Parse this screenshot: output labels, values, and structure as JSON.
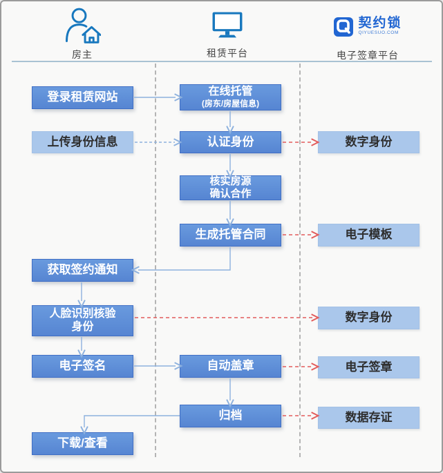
{
  "lanes": [
    {
      "label": "房主",
      "icon": "person-house-icon"
    },
    {
      "label": "租赁平台",
      "icon": "monitor-icon"
    },
    {
      "label": "电子签章平台",
      "icon": "qiyuesuo-logo",
      "brand": "契约锁",
      "brand_sub": "QIYUESUO.COM"
    }
  ],
  "nodes": {
    "login": "登录租赁网站",
    "upload_identity": "上传身份信息",
    "get_notice": "获取签约通知",
    "face_verify_line1": "人脸识别核验",
    "face_verify_line2": "身份",
    "esignature": "电子签名",
    "download": "下载/查看",
    "online_host_line1": "在线托管",
    "online_host_line2": "(房东/房屋信息)",
    "auth_identity": "认证身份",
    "verify_house_line1": "核实房源",
    "verify_house_line2": "确认合作",
    "generate_contract": "生成托管合同",
    "auto_stamp": "自动盖章",
    "archive": "归档",
    "digital_identity_1": "数字身份",
    "e_template": "电子模板",
    "digital_identity_2": "数字身份",
    "e_seal": "电子签章",
    "data_evidence": "数据存证"
  },
  "colors": {
    "node_dark": "#5e90d8",
    "node_dark_border": "#3f6ec5",
    "node_light": "#aac7eb",
    "arrow_blue": "#8db1de",
    "arrow_red": "#e25b5b",
    "lane_divider": "#b4b4b4",
    "icon_blue": "#1878be",
    "brand_blue": "#2166d2"
  }
}
